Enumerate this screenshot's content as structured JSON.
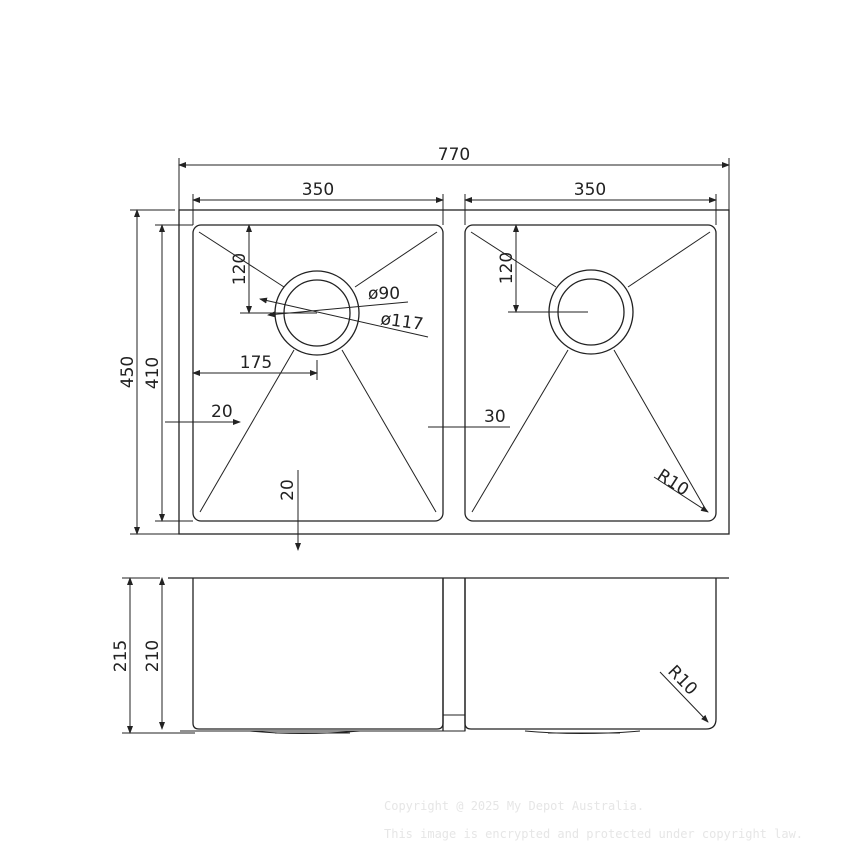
{
  "drawing": {
    "top_view": {
      "overall_width": "770",
      "bowl_left_width": "350",
      "bowl_right_width": "350",
      "overall_depth": "450",
      "bowl_depth": "410",
      "waste_offset_left": "120",
      "waste_offset_right": "120",
      "waste_inner_dia": "ø90",
      "waste_outer_dia": "ø117",
      "waste_center_from_edge": "175",
      "side_flange": "20",
      "center_divider": "30",
      "bottom_flange": "20",
      "corner_radius": "R10"
    },
    "side_view": {
      "overall_height": "215",
      "bowl_height": "210",
      "corner_radius": "R10"
    }
  },
  "watermark": {
    "line1": "Copyright @ 2025 My Depot Australia.",
    "line2": "This image is encrypted and protected under copyright law."
  },
  "colors": {
    "line": "#222222",
    "watermark": "#e6e6e6"
  }
}
